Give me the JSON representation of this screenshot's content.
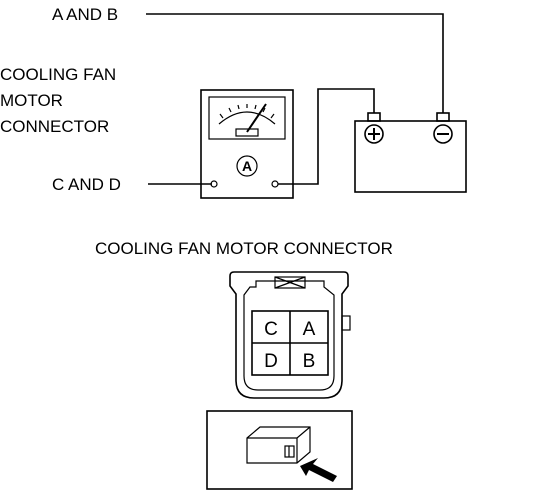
{
  "labels": {
    "a_and_b": "A AND B",
    "connector_label_line1": "COOLING FAN",
    "connector_label_line2": "MOTOR",
    "connector_label_line3": "CONNECTOR",
    "c_and_d": "C AND D",
    "connector_title": "COOLING FAN MOTOR CONNECTOR"
  },
  "ammeter": {
    "symbol": "A"
  },
  "battery": {
    "positive": "+",
    "negative": "−"
  },
  "connector": {
    "pins": [
      {
        "label": "C"
      },
      {
        "label": "A"
      },
      {
        "label": "D"
      },
      {
        "label": "B"
      }
    ]
  }
}
